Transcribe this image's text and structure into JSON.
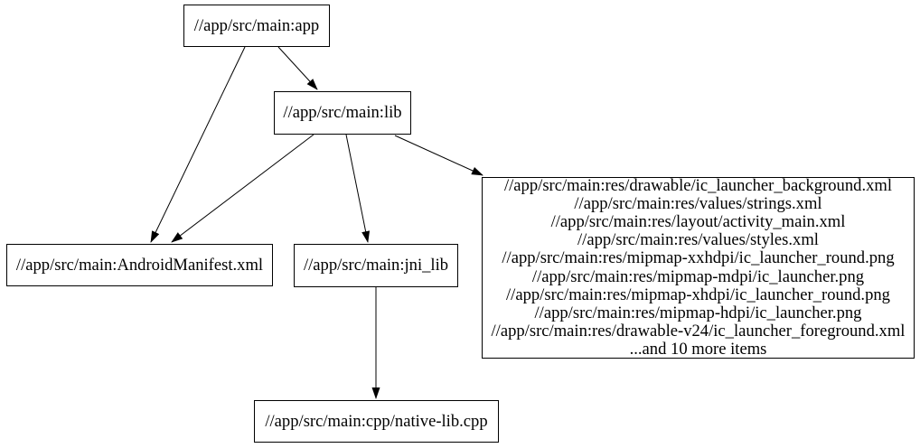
{
  "graph": {
    "background_color": "#ffffff",
    "node_border_color": "#000000",
    "edge_color": "#000000",
    "text_color": "#000000",
    "nodes": {
      "app": {
        "label": "//app/src/main:app"
      },
      "lib": {
        "label": "//app/src/main:lib"
      },
      "android_manifest": {
        "label": "//app/src/main:AndroidManifest.xml"
      },
      "jni_lib": {
        "label": "//app/src/main:jni_lib"
      },
      "res_files": {
        "lines": [
          "//app/src/main:res/drawable/ic_launcher_background.xml",
          "//app/src/main:res/values/strings.xml",
          "//app/src/main:res/layout/activity_main.xml",
          "//app/src/main:res/values/styles.xml",
          "//app/src/main:res/mipmap-xxhdpi/ic_launcher_round.png",
          "//app/src/main:res/mipmap-mdpi/ic_launcher.png",
          "//app/src/main:res/mipmap-xhdpi/ic_launcher_round.png",
          "//app/src/main:res/mipmap-hdpi/ic_launcher.png",
          "//app/src/main:res/drawable-v24/ic_launcher_foreground.xml",
          "...and 10 more items"
        ]
      },
      "native_lib_cpp": {
        "label": "//app/src/main:cpp/native-lib.cpp"
      }
    },
    "edges": [
      {
        "from": "app",
        "to": "android_manifest"
      },
      {
        "from": "app",
        "to": "lib"
      },
      {
        "from": "lib",
        "to": "android_manifest"
      },
      {
        "from": "lib",
        "to": "jni_lib"
      },
      {
        "from": "lib",
        "to": "res_files"
      },
      {
        "from": "jni_lib",
        "to": "native_lib_cpp"
      }
    ]
  }
}
